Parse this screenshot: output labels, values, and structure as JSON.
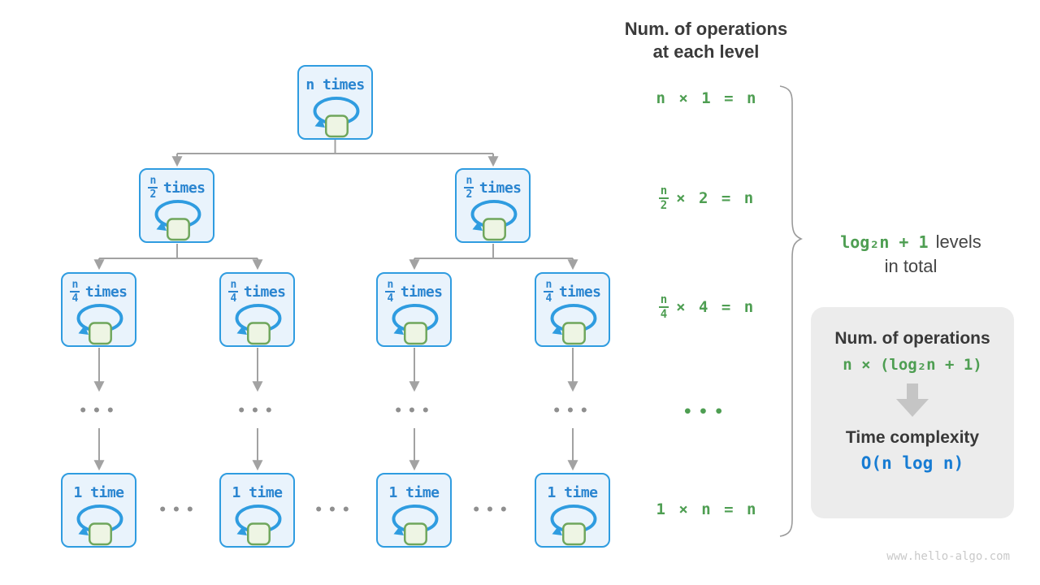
{
  "tree": {
    "root": {
      "label": "n times"
    },
    "level2": {
      "num": "n",
      "den": "2",
      "suffix": "times"
    },
    "level3": {
      "num": "n",
      "den": "4",
      "suffix": "times"
    },
    "leaf": {
      "label": "1 time"
    },
    "ellipsis": "•••"
  },
  "operations_column": {
    "header_line1": "Num. of operations",
    "header_line2": "at each level",
    "rows": [
      {
        "text": "n × 1 = n"
      },
      {
        "num": "n",
        "den": "2",
        "rest": "× 2 = n"
      },
      {
        "num": "n",
        "den": "4",
        "rest": "× 4 = n"
      },
      {
        "ellipsis": "•••"
      },
      {
        "text": "1 × n = n"
      }
    ]
  },
  "brace_label": {
    "expr": "log₂n + 1",
    "word": "levels",
    "line2": "in total"
  },
  "summary_box": {
    "title1": "Num. of operations",
    "formula1": "n × (log₂n + 1)",
    "title2": "Time complexity",
    "formula2": "O(n log n)"
  },
  "watermark": "www.hello-algo.com",
  "colors": {
    "node_border_blue": "#2f9ce0",
    "node_fill_blue": "#e9f3fc",
    "node_text_blue": "#2a85d0",
    "green_text": "#4e9e52",
    "green_square_fill": "#eef5e4",
    "green_square_border": "#6fa65c",
    "result_blue": "#177cd3",
    "connector_gray": "#a2a2a2",
    "box_gray": "#ececec"
  }
}
